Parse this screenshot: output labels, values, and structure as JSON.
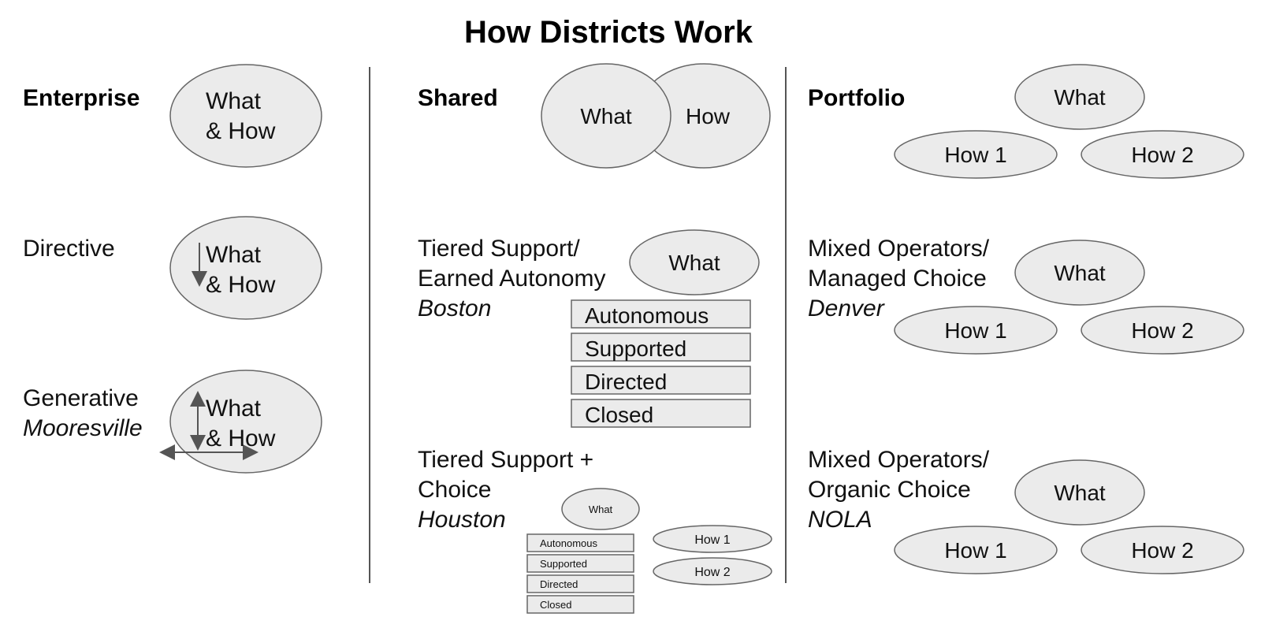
{
  "title": "How Districts Work",
  "columns": {
    "enterprise": {
      "header": "Enterprise",
      "oval_line1": "What",
      "oval_line2": "& How",
      "directive": {
        "label": "Directive",
        "line1": "What",
        "line2": "& How"
      },
      "generative": {
        "label": "Generative",
        "city": "Mooresville",
        "line1": "What",
        "line2": "& How"
      }
    },
    "shared": {
      "header": "Shared",
      "venn_left": "What",
      "venn_right": "How",
      "tiered": {
        "label1": "Tiered Support/",
        "label2": "Earned Autonomy",
        "city": "Boston",
        "oval": "What",
        "tiers": [
          "Autonomous",
          "Supported",
          "Directed",
          "Closed"
        ]
      },
      "choice": {
        "label1": "Tiered Support +",
        "label2": "Choice",
        "city": "Houston",
        "oval": "What",
        "tiers": [
          "Autonomous",
          "Supported",
          "Directed",
          "Closed"
        ],
        "how1": "How 1",
        "how2": "How 2"
      }
    },
    "portfolio": {
      "header": "Portfolio",
      "top": {
        "what": "What",
        "how1": "How 1",
        "how2": "How 2"
      },
      "managed": {
        "label1": "Mixed Operators/",
        "label2": "Managed Choice",
        "city": "Denver",
        "what": "What",
        "how1": "How 1",
        "how2": "How 2"
      },
      "organic": {
        "label1": "Mixed Operators/",
        "label2": "Organic Choice",
        "city": "NOLA",
        "what": "What",
        "how1": "How 1",
        "how2": "How 2"
      }
    }
  }
}
